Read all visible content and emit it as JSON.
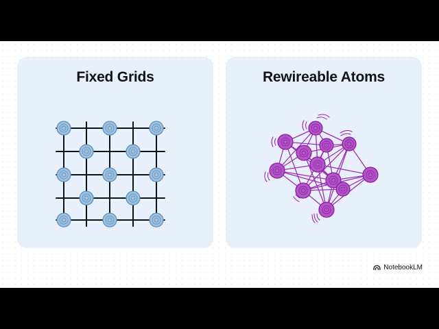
{
  "slide": {
    "background": "#ffffff",
    "panels": [
      {
        "title": "Fixed Grids",
        "background": "#e8f0fb",
        "illustration": "square-lattice-of-atoms",
        "node_color": "#7aa6cf",
        "line_color": "#111111"
      },
      {
        "title": "Rewireable Atoms",
        "background": "#e8f0fb",
        "illustration": "fully-connected-vibrating-atoms",
        "node_color": "#9b27b0",
        "line_color": "#9b27b0"
      }
    ]
  },
  "brand": {
    "icon": "notebooklm-logo-icon",
    "label": "NotebookLM"
  }
}
